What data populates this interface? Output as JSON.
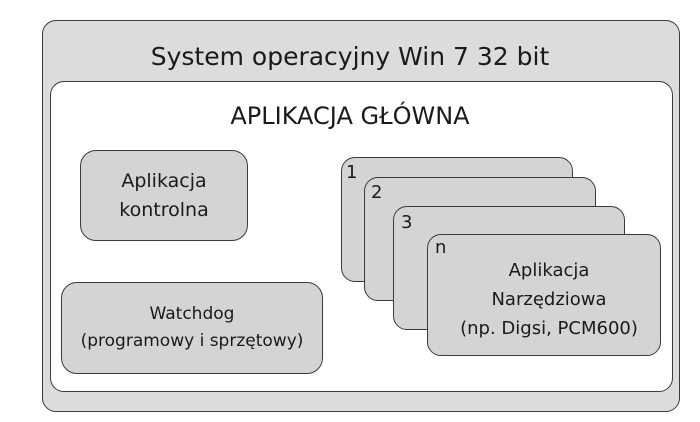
{
  "os_box": {
    "title": "System operacyjny Win 7 32 bit"
  },
  "main_app": {
    "title": "APLIKACJA GŁÓWNA"
  },
  "control_app": {
    "line1": "Aplikacja",
    "line2": "kontrolna"
  },
  "watchdog": {
    "line1": "Watchdog",
    "line2": "(programowy i sprzętowy)"
  },
  "tool_app": {
    "instances": [
      "1",
      "2",
      "3",
      "n"
    ],
    "line1": "Aplikacja",
    "line2": "Narzędziowa",
    "line3": "(np. Digsi, PCM600)"
  }
}
